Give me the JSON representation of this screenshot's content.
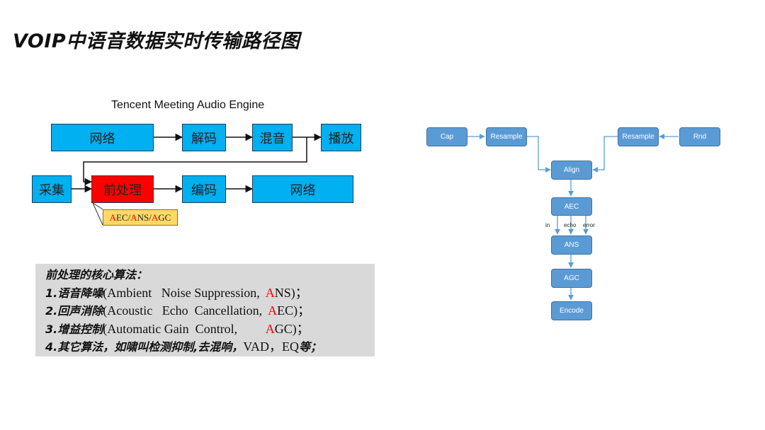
{
  "title": "VOIP中语音数据实时传输路径图",
  "engine": {
    "title": "Tencent Meeting Audio Engine",
    "row1": [
      "网络",
      "解码",
      "混音",
      "播放"
    ],
    "row2": [
      "采集",
      "前处理",
      "编码",
      "网络"
    ],
    "tag": {
      "a1": "A",
      "t1": "EC/",
      "a2": "A",
      "t2": "NS/",
      "a3": "A",
      "t3": "GC"
    }
  },
  "algorithms": {
    "heading": "前处理的核心算法：",
    "items": [
      {
        "cn": "1.语音降噪",
        "en1": "(Ambient   Noise Suppression,  ",
        "acr": "A",
        "en2": "NS)；"
      },
      {
        "cn": "2.回声消除",
        "en1": "(Acoustic   Echo  Cancellation,  ",
        "acr": "A",
        "en2": "EC)；"
      },
      {
        "cn": "3.增益控制",
        "en1": "(Automatic Gain  Control,         ",
        "acr": "A",
        "en2": "GC)；"
      }
    ],
    "line4_cn": "4.其它算法，如啸叫检测抑制,去混响，",
    "line4_en1": "VAD，EQ",
    "line4_tail": "等；"
  },
  "flow": {
    "cap": "Cap",
    "resample_left": "Resample",
    "resample_right": "Resample",
    "rnd": "Rnd",
    "align": "Align",
    "aec": "AEC",
    "ans": "ANS",
    "agc": "AGC",
    "encode": "Encode",
    "labels": [
      "in",
      "echo",
      "error"
    ]
  },
  "colors": {
    "cyan_box": "#00b0f0",
    "red_box": "#ff0000",
    "tag_fill": "#ffd966",
    "flow_box": "#5b9bd5",
    "flow_arrow": "#5b9bd5",
    "panel_gray": "#d9d9d9"
  }
}
